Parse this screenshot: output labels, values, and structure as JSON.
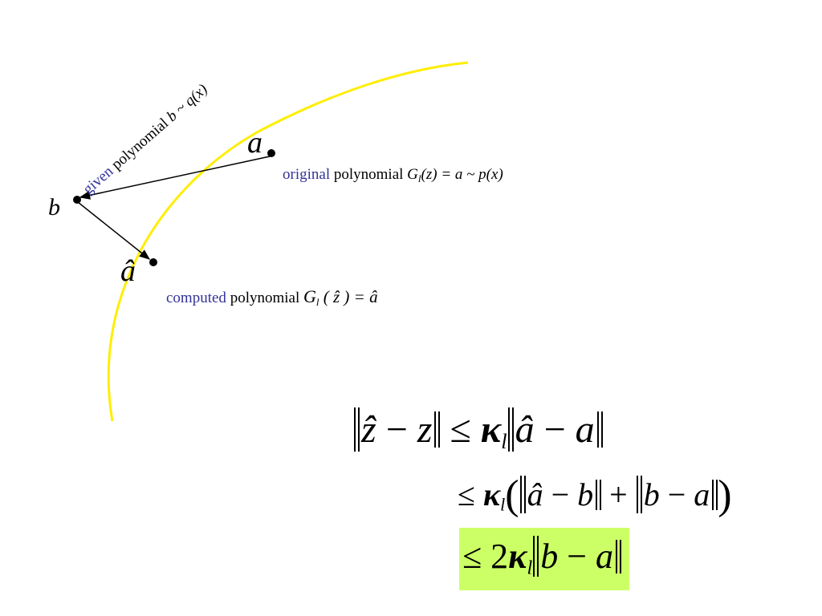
{
  "colors": {
    "curve": "#ffee00",
    "accent_blue": "#333399",
    "highlight": "#ccff66",
    "ink": "#000000"
  },
  "labels": {
    "point_a": "a",
    "point_b": "b",
    "point_a_hat": "â",
    "given_word": "given",
    "given_rest": " polynomial  ",
    "given_formula": "b ~ q(x)",
    "original_word": "original",
    "original_rest": " polynomial  ",
    "original_G": "G",
    "original_sub": "l",
    "original_formula_rest": "(z)  =  a  ~  p(x)",
    "computed_word": "computed",
    "computed_rest": " polynomial   ",
    "computed_G": "G",
    "computed_sub": "l",
    "computed_formula_rest": " ( ẑ ) = â"
  },
  "inequality": {
    "line1": {
      "lhs_z_hat": "ẑ",
      "lhs_minus": " − ",
      "lhs_z": "z",
      "leq": " ≤ ",
      "kappa": "κ",
      "sub": "l",
      "rhs_a_hat": "â",
      "rhs_minus": " − ",
      "rhs_a": "a"
    },
    "line2": {
      "leq": "≤ ",
      "kappa": "κ",
      "sub": "l",
      "open": "(",
      "t1_a_hat": "â",
      "t1_minus": " − ",
      "t1_b": "b",
      "plus": " + ",
      "t2_b": "b",
      "t2_minus": " − ",
      "t2_a": "a",
      "close": ")"
    },
    "line3": {
      "leq": "≤ ",
      "two": "2",
      "kappa": "κ",
      "sub": "l",
      "b": "b",
      "minus": " − ",
      "a": "a"
    }
  }
}
